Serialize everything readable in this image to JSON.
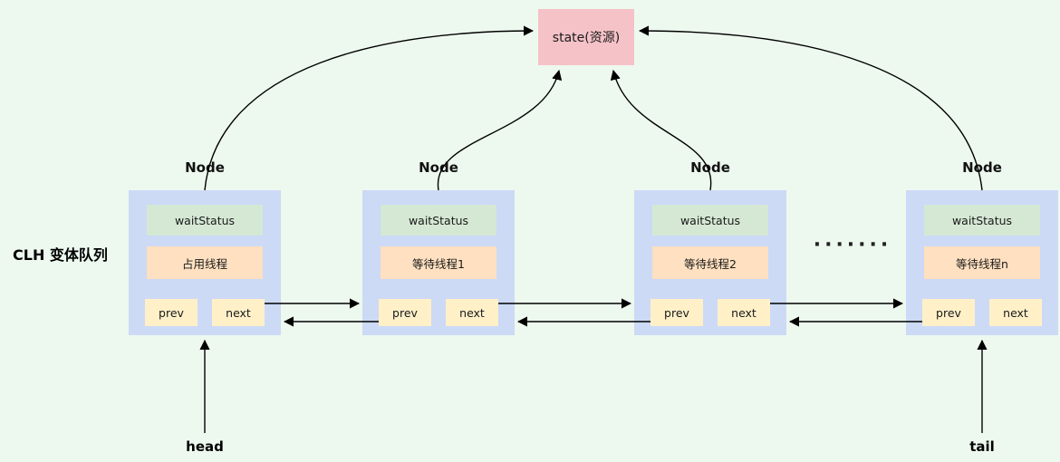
{
  "colors": {
    "background": "#edf9ef",
    "node_fill": "#ccdaf6",
    "wait_status_fill": "#d5e8d4",
    "thread_fill": "#ffe0c0",
    "pointer_fill": "#fff0c8",
    "state_fill": "#f5c2c7",
    "arrow": "#000000"
  },
  "state_box": {
    "label": "state(资源)"
  },
  "queue_label": "CLH 变体队列",
  "dots": "·······",
  "head_label": "head",
  "tail_label": "tail",
  "nodes": [
    {
      "title": "Node",
      "wait_status": "waitStatus",
      "thread": "占用线程",
      "prev_label": "prev",
      "next_label": "next"
    },
    {
      "title": "Node",
      "wait_status": "waitStatus",
      "thread": "等待线程1",
      "prev_label": "prev",
      "next_label": "next"
    },
    {
      "title": "Node",
      "wait_status": "waitStatus",
      "thread": "等待线程2",
      "prev_label": "prev",
      "next_label": "next"
    },
    {
      "title": "Node",
      "wait_status": "waitStatus",
      "thread": "等待线程n",
      "prev_label": "prev",
      "next_label": "next"
    }
  ]
}
